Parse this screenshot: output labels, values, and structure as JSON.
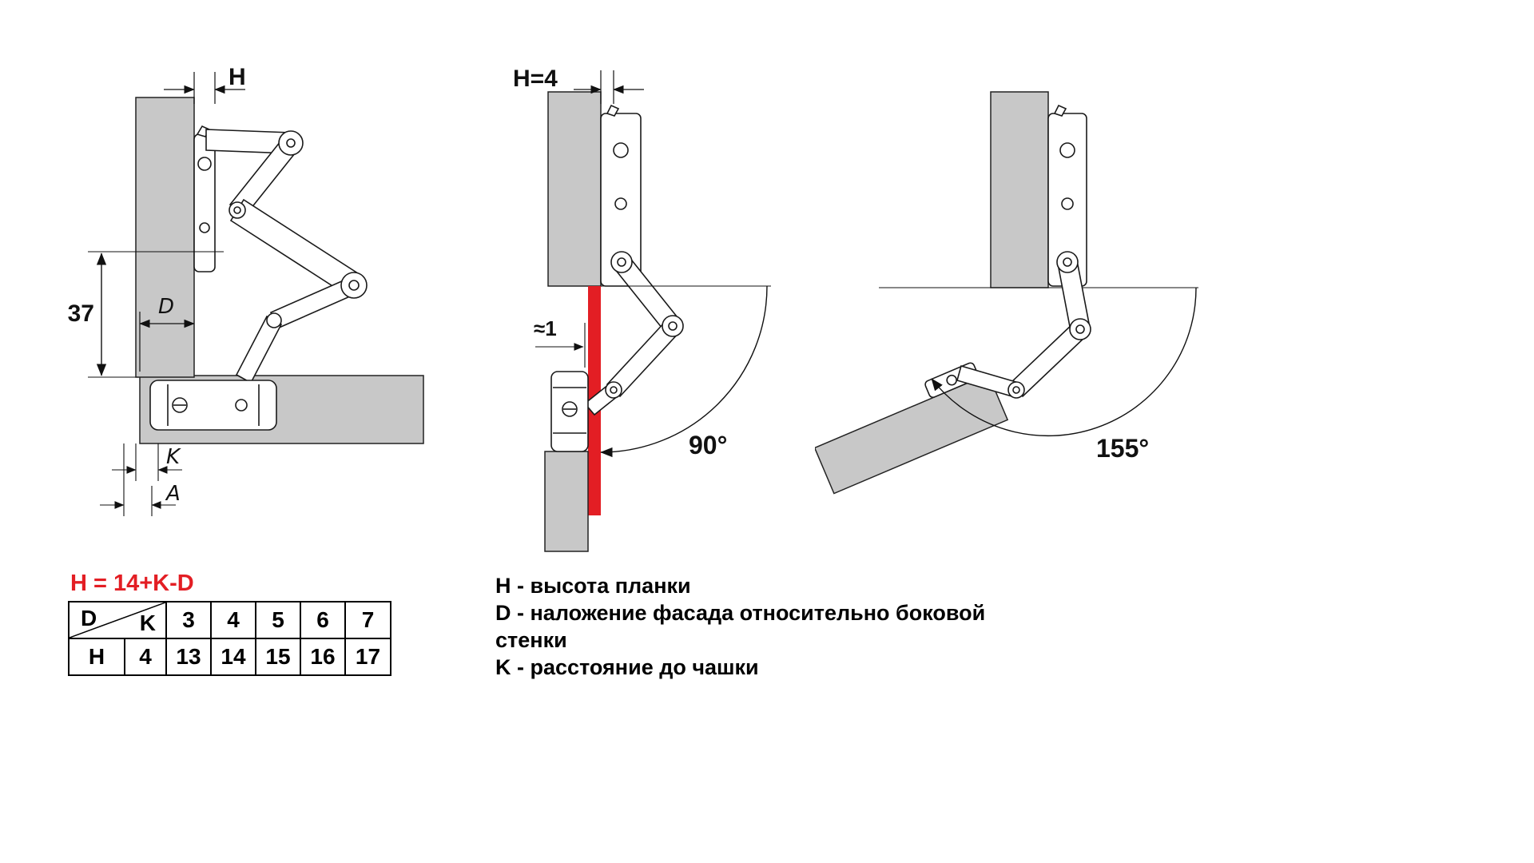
{
  "drawings": {
    "closed": {
      "dim_H": "H",
      "dim_37": "37",
      "dim_D": "D",
      "dim_K": "K",
      "dim_A": "A"
    },
    "open90": {
      "dim_H4": "H=4",
      "dim_gap": "≈1",
      "angle_label": "90°"
    },
    "open155": {
      "angle_label": "155°"
    }
  },
  "formula": {
    "text": "H = 14+K-D",
    "color": "#e31e24"
  },
  "table": {
    "diag_top_label": "D",
    "diag_bottom_label": "K",
    "header_values": [
      "3",
      "4",
      "5",
      "6",
      "7"
    ],
    "row_label": "H",
    "row_first_value": "4",
    "row_values": [
      "13",
      "14",
      "15",
      "16",
      "17"
    ]
  },
  "legend": {
    "line1": "H - высота планки",
    "line2": "D - наложение фасада относительно боковой",
    "line3": "стенки",
    "line4": "K - расстояние до чашки"
  },
  "colors": {
    "highlight_red": "#e31e24",
    "panel_gray": "#c8c8c8"
  }
}
